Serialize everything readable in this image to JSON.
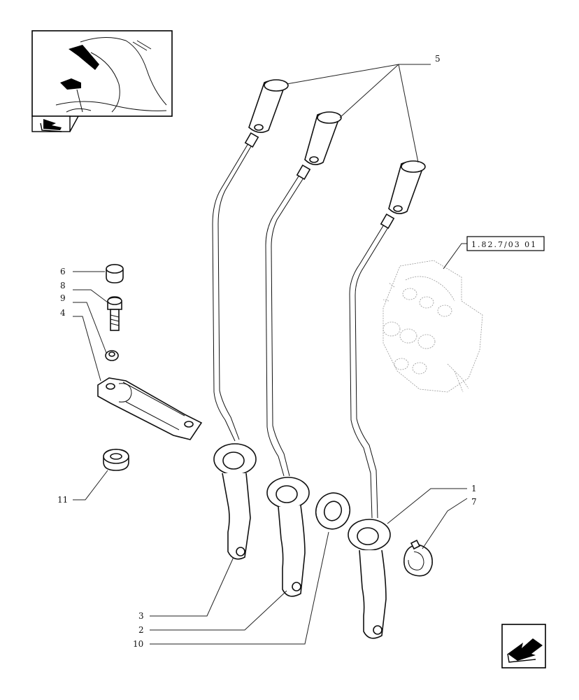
{
  "diagram": {
    "callouts": [
      "5",
      "6",
      "8",
      "9",
      "4",
      "11",
      "1",
      "7",
      "3",
      "2",
      "10"
    ],
    "reference_box": "1.82.7/03 01"
  },
  "icons": {
    "thumbnail": "tractor-cab-controls-thumbnail",
    "thumbnail_tag": "book-arrow-icon",
    "nav": "next-page-arrow-icon"
  }
}
